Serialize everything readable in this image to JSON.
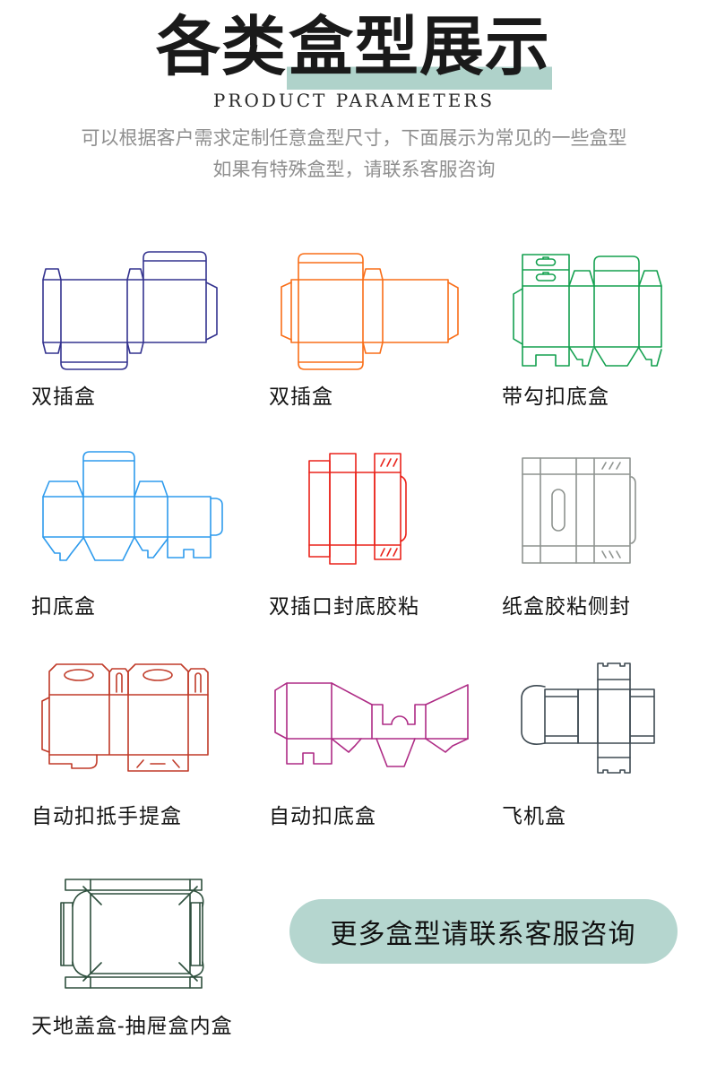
{
  "header": {
    "title_prefix": "各类",
    "title_highlight": "盒型展示",
    "highlight_color": "#afd2ca",
    "subtitle": "PRODUCT PARAMETERS",
    "desc_line1": "可以根据客户需求定制任意盒型尺寸，下面展示为常见的一些盒型",
    "desc_line2": "如果有特殊盒型，请联系客服咨询"
  },
  "boxes": [
    {
      "label": "双插盒",
      "color": "#34338f"
    },
    {
      "label": "双插盒",
      "color": "#f96e18"
    },
    {
      "label": "带勾扣底盒",
      "color": "#13a04f"
    },
    {
      "label": "扣底盒",
      "color": "#2e9bed"
    },
    {
      "label": "双插口封底胶粘",
      "color": "#ea231b"
    },
    {
      "label": "纸盒胶粘侧封",
      "color": "#8e938f"
    },
    {
      "label": "自动扣抵手提盒",
      "color": "#c03a28"
    },
    {
      "label": "自动扣底盒",
      "color": "#ae2b85"
    },
    {
      "label": "飞机盒",
      "color": "#3e4a52"
    },
    {
      "label": "天地盖盒-抽屉盒内盒",
      "color": "#2e4f3d"
    }
  ],
  "cta": {
    "label": "更多盒型请联系客服咨询",
    "bg_color": "#b5d6cf"
  }
}
